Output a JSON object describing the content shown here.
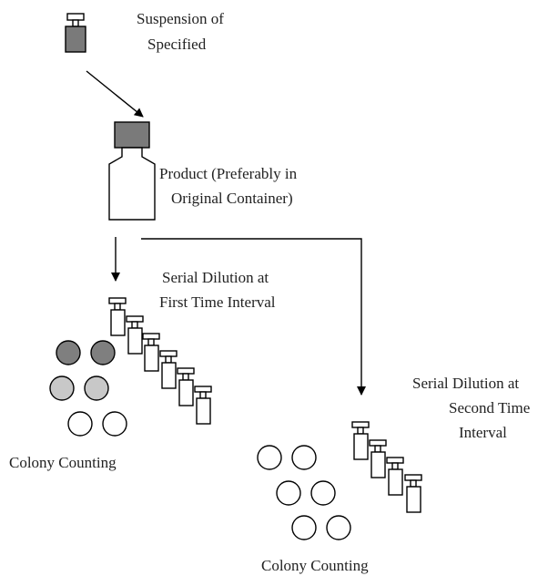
{
  "labels": {
    "suspension_line1": "Suspension of",
    "suspension_line2": "Specified",
    "product_line1": "Product (Preferably in",
    "product_line2": "Original Container)",
    "serial1_line1": "Serial Dilution at",
    "serial1_line2": "First Time Interval",
    "serial2_line1": "Serial Dilution at",
    "serial2_line2": "Second Time",
    "serial2_line3": "Interval",
    "colony1": "Colony Counting",
    "colony2": "Colony Counting"
  },
  "colors": {
    "cap_fill": "#7a7a7a",
    "colony_dark": "#7f7f7f",
    "colony_light": "#c8c8c8",
    "colony_empty": "#ffffff",
    "outline": "#000000"
  },
  "icons": [
    "vial-icon",
    "bottle-icon",
    "arrow-icon",
    "petri-dish-icon"
  ]
}
